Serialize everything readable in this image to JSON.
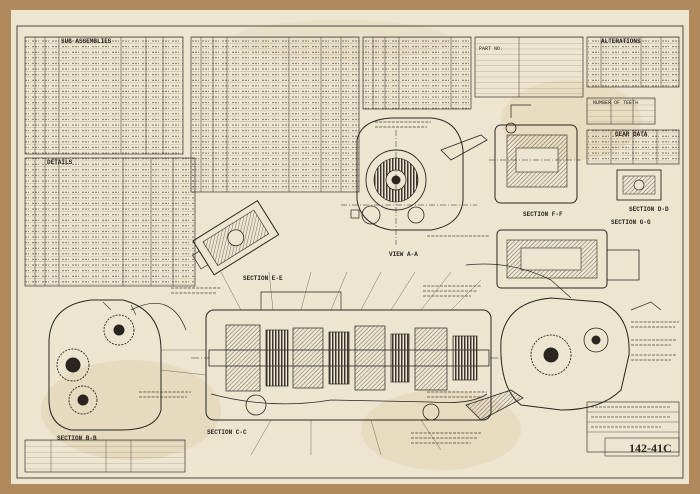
{
  "section_labels": {
    "aa": "VIEW A-A",
    "bb": "SECTION B-B",
    "cc": "SECTION C-C",
    "dd": "SECTION D-D",
    "ee": "SECTION E-E",
    "ff": "SECTION F-F",
    "gg": "SECTION G-G"
  },
  "table_headers": {
    "sub_assemblies": "SUB ASSEMBLIES",
    "details": "DETAILS",
    "alterations": "ALTERATIONS",
    "gear_data": "GEAR DATA",
    "number_of_teeth": "NUMBER OF TEETH"
  },
  "drawing_number": "142-41C",
  "colors": {
    "paper": "#eee5d0",
    "frame": "#b08a5c",
    "ink": "#2a2520"
  }
}
